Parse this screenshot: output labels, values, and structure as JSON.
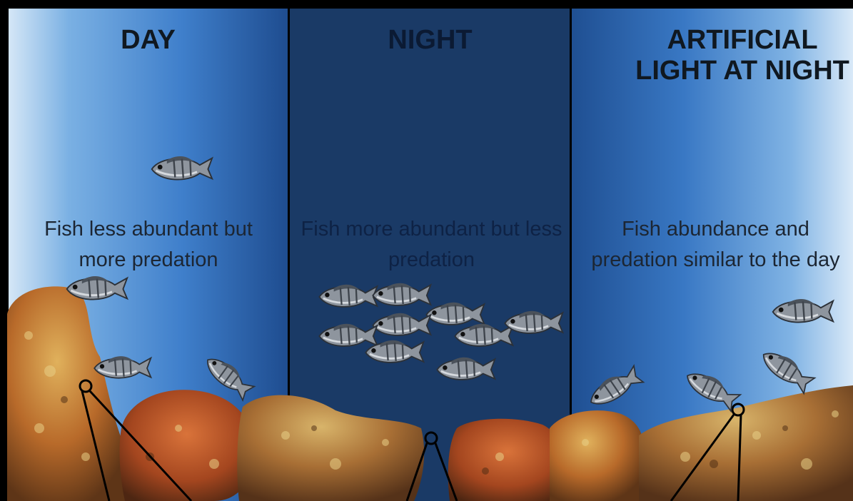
{
  "panels": [
    {
      "title": "DAY",
      "caption": "Fish less abundant but more predation"
    },
    {
      "title": "NIGHT",
      "caption": "Fish more abundant but less predation"
    },
    {
      "title": "ARTIFICIAL LIGHT AT NIGHT",
      "caption": "Fish abundance and predation similar to the day"
    }
  ],
  "colors": {
    "fish_body": "#9aa0a8",
    "fish_dark": "#3a3f47",
    "rock_orange": "#c8762c",
    "rock_brown": "#7a4a22",
    "rock_yellow": "#d8b45a"
  }
}
